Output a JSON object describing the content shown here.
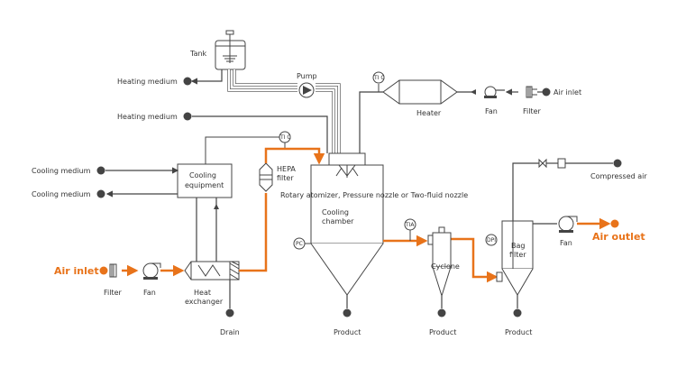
{
  "labels": {
    "tank": "Tank",
    "pump": "Pump",
    "heating_medium_top": "Heating medium",
    "heating_medium_mid": "Heating medium",
    "cooling_medium_1": "Cooling medium",
    "cooling_medium_2": "Cooling medium",
    "cooling_equipment_1": "Cooling",
    "cooling_equipment_2": "equipment",
    "hepa_1": "HEPA",
    "hepa_2": "filter",
    "atomizer": "Rotary atomizer, Pressure nozzle or Two-fluid nozzle",
    "cooling_chamber_1": "Cooling",
    "cooling_chamber_2": "chamber",
    "heater": "Heater",
    "fan_top": "Fan",
    "filter_top": "Filter",
    "air_inlet_top": "Air inlet",
    "compressed_air": "Compressed air",
    "air_inlet_main": "Air inlet",
    "filter_bottom": "Filter",
    "fan_bottom": "Fan",
    "heat_exchanger_1": "Heat",
    "heat_exchanger_2": "exchanger",
    "drain": "Drain",
    "product_1": "Product",
    "cyclone": "Cyclone",
    "product_2": "Product",
    "bag_filter_1": "Bag",
    "bag_filter_2": "filter",
    "product_3": "Product",
    "fan_right": "Fan",
    "air_outlet": "Air outlet",
    "instr_tic_1": "TI C",
    "instr_tic_2": "TI C",
    "instr_tic_3": "TIA",
    "instr_pc": "PC",
    "instr_dpi": "DPI"
  },
  "colors": {
    "accent": "#e8731a",
    "line": "#444444"
  }
}
